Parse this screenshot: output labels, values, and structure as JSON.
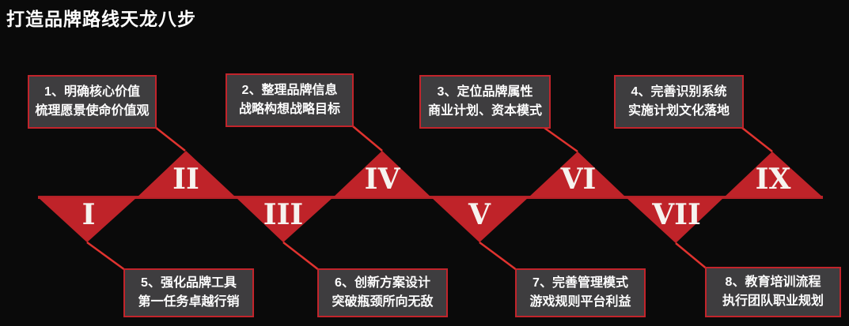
{
  "title": "打造品牌路线天龙八步",
  "colors": {
    "background": "#0a0a0a",
    "triangle_red": "#bf2329",
    "baseline_red": "#b42127",
    "connector_red": "#e0332f",
    "box_fill": "#3e3d3f",
    "box_border": "#c2242b",
    "text_white": "#ffffff"
  },
  "triangles": [
    {
      "numeral": "I",
      "direction": "down"
    },
    {
      "numeral": "II",
      "direction": "up"
    },
    {
      "numeral": "III",
      "direction": "down"
    },
    {
      "numeral": "IV",
      "direction": "up"
    },
    {
      "numeral": "V",
      "direction": "down"
    },
    {
      "numeral": "VI",
      "direction": "up"
    },
    {
      "numeral": "VII",
      "direction": "down"
    },
    {
      "numeral": "IX",
      "direction": "up"
    }
  ],
  "boxes": [
    {
      "row": "top",
      "line1": "1、明确核心价值",
      "line2": "梳理愿景使命价值观",
      "connects_to": "II"
    },
    {
      "row": "top",
      "line1": "2、整理品牌信息",
      "line2": "战略构想战略目标",
      "connects_to": "IV"
    },
    {
      "row": "top",
      "line1": "3、定位品牌属性",
      "line2": "商业计划、资本模式",
      "connects_to": "VI"
    },
    {
      "row": "top",
      "line1": "4、完善识别系统",
      "line2": "实施计划文化落地",
      "connects_to": "IX"
    },
    {
      "row": "bottom",
      "line1": "5、强化品牌工具",
      "line2": "第一任务卓越行销",
      "connects_to": "I"
    },
    {
      "row": "bottom",
      "line1": "6、创新方案设计",
      "line2": "突破瓶颈所向无敌",
      "connects_to": "III"
    },
    {
      "row": "bottom",
      "line1": "7、完善管理模式",
      "line2": "游戏规则平台利益",
      "connects_to": "V"
    },
    {
      "row": "bottom",
      "line1": "8、教育培训流程",
      "line2": "执行团队职业规划",
      "connects_to": "VII"
    }
  ]
}
